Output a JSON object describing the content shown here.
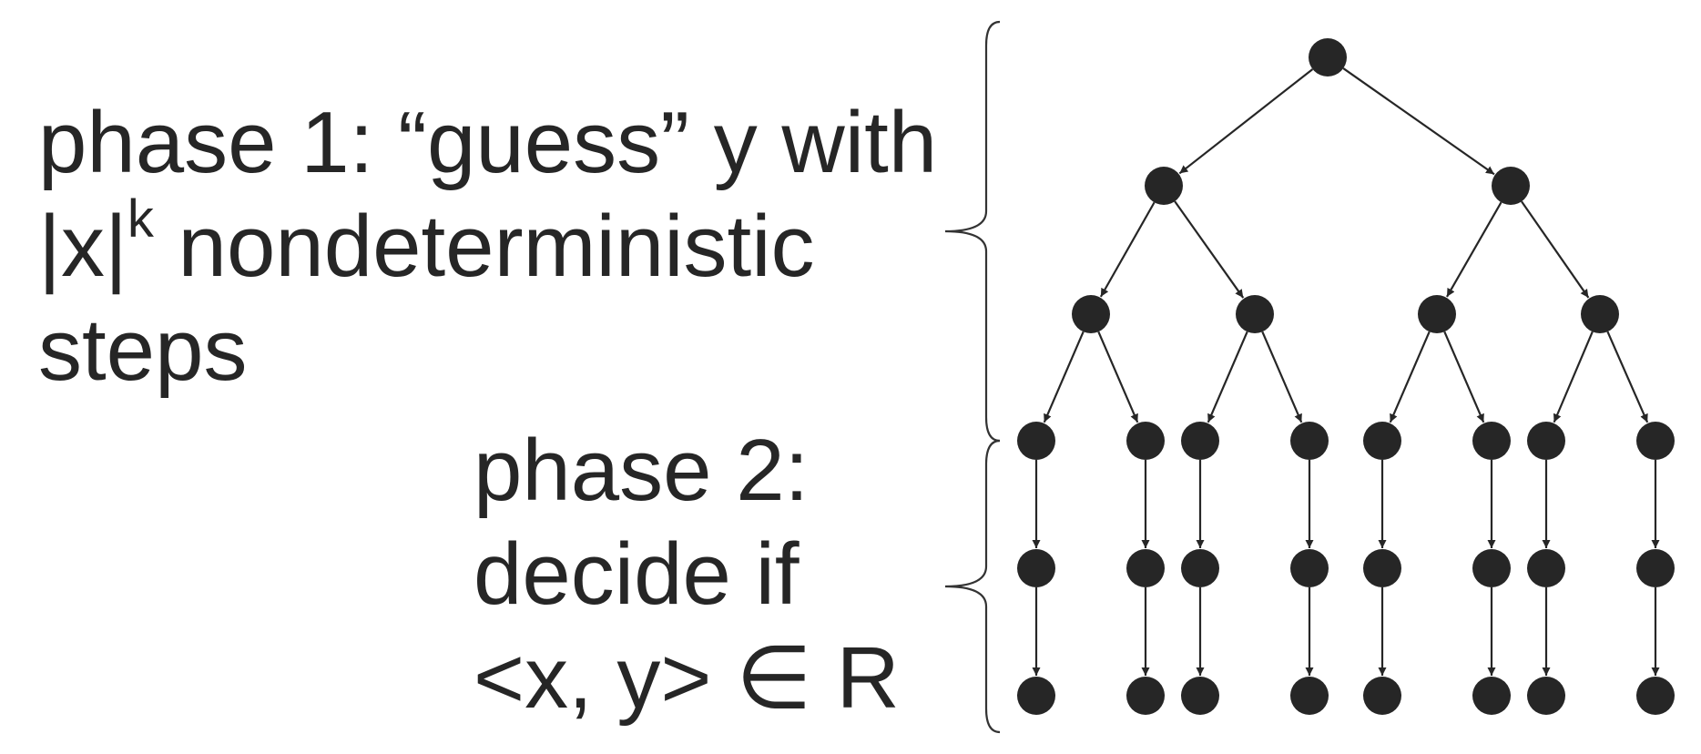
{
  "phase1": {
    "line1": "phase 1: “guess” y with",
    "line2_prefix": "|x|",
    "line2_exponent": "k",
    "line2_suffix": " nondeterministic",
    "line3": "steps"
  },
  "phase2": {
    "line1": "phase 2:",
    "line2": "decide if",
    "line3": "<x, y> ∈ R"
  },
  "tree": {
    "branching_levels": 3,
    "linear_steps_per_leaf": 2,
    "node_color": "#262626",
    "edge_color": "#262626",
    "brace_color": "#333333"
  }
}
